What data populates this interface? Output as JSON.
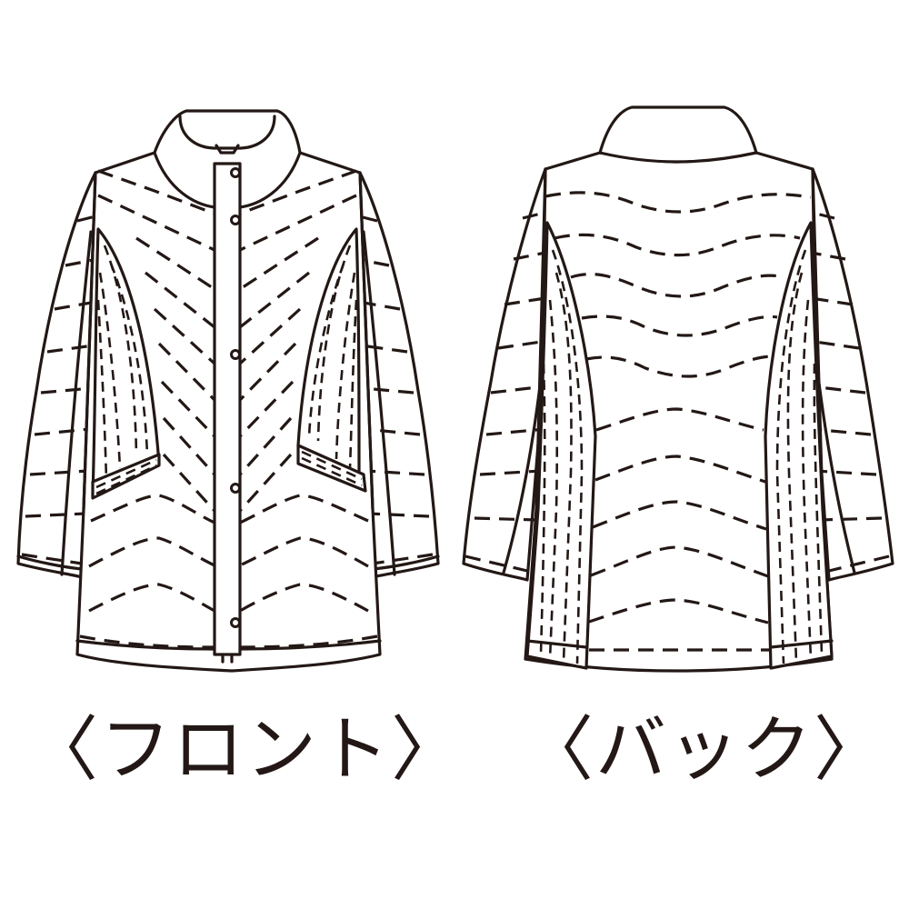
{
  "figure": {
    "type": "technical-flat-drawing",
    "subject": "quilted-jacket",
    "line_color": "#231815",
    "background": "#ffffff"
  },
  "views": {
    "front": {
      "label": "〈フロント〉",
      "buttons": 5,
      "features": [
        "stand-collar",
        "center-placket",
        "chevron-quilting",
        "side-rib-panels",
        "welt-pockets",
        "two-piece-sleeves"
      ]
    },
    "back": {
      "label": "〈バック〉",
      "features": [
        "stand-collar",
        "wave-quilting",
        "side-rib-panels",
        "two-piece-sleeves"
      ]
    }
  }
}
